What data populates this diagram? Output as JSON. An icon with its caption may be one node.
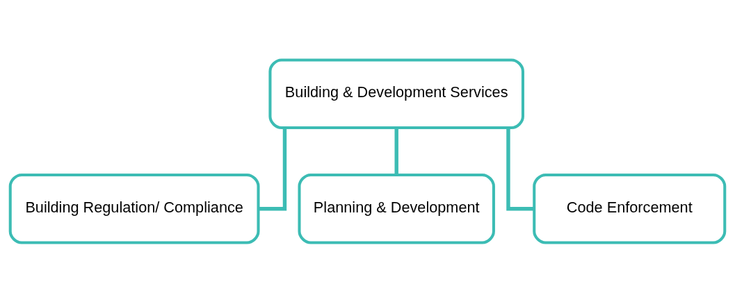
{
  "diagram": {
    "nodes": [
      {
        "text": [
          "Building & Development Services"
        ]
      },
      {
        "text": [
          "Building Regulation/ Compliance"
        ]
      },
      {
        "text": [
          "Planning & Development"
        ]
      },
      {
        "text": [
          "Code Enforcement"
        ]
      }
    ],
    "edges": [
      {
        "from": 0,
        "to": 1,
        "arrow": "none"
      },
      {
        "from": 0,
        "to": 2,
        "arrow": "none"
      },
      {
        "from": 0,
        "to": 3,
        "arrow": "none"
      }
    ]
  }
}
